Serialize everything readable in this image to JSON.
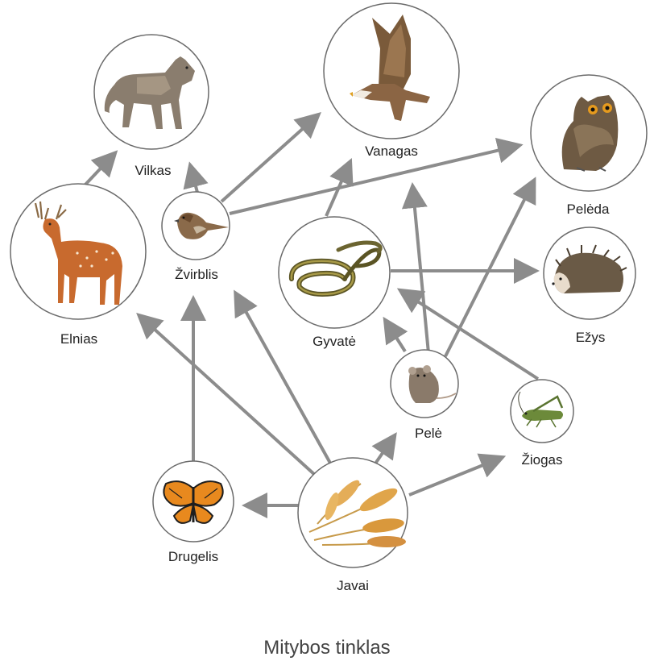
{
  "title": "Mitybos tinklas",
  "colors": {
    "arrow": "#8c8c8c",
    "circle_stroke": "#6b6b6b",
    "label": "#222222",
    "title": "#444444"
  },
  "nodes": {
    "vilkas": {
      "label": "Vilkas",
      "icon": "wolf-icon"
    },
    "vanagas": {
      "label": "Vanagas",
      "icon": "hawk-icon"
    },
    "peleda": {
      "label": "Pelėda",
      "icon": "owl-icon"
    },
    "elnias": {
      "label": "Elnias",
      "icon": "deer-icon"
    },
    "zvirblis": {
      "label": "Žvirblis",
      "icon": "sparrow-icon"
    },
    "gyvate": {
      "label": "Gyvatė",
      "icon": "snake-icon"
    },
    "ezys": {
      "label": "Ežys",
      "icon": "hedgehog-icon"
    },
    "pele": {
      "label": "Pelė",
      "icon": "mouse-icon"
    },
    "ziogas": {
      "label": "Žiogas",
      "icon": "grasshopper-icon"
    },
    "drugelis": {
      "label": "Drugelis",
      "icon": "butterfly-icon"
    },
    "javai": {
      "label": "Javai",
      "icon": "wheat-icon"
    }
  },
  "edges": [
    {
      "from": "elnias",
      "to": "vilkas"
    },
    {
      "from": "zvirblis",
      "to": "vilkas"
    },
    {
      "from": "zvirblis",
      "to": "vanagas"
    },
    {
      "from": "zvirblis",
      "to": "peleda"
    },
    {
      "from": "gyvate",
      "to": "vanagas"
    },
    {
      "from": "gyvate",
      "to": "ezys"
    },
    {
      "from": "pele",
      "to": "vanagas"
    },
    {
      "from": "pele",
      "to": "peleda"
    },
    {
      "from": "pele",
      "to": "gyvate"
    },
    {
      "from": "ziogas",
      "to": "gyvate"
    },
    {
      "from": "drugelis",
      "to": "zvirblis"
    },
    {
      "from": "javai",
      "to": "elnias"
    },
    {
      "from": "javai",
      "to": "zvirblis"
    },
    {
      "from": "javai",
      "to": "pele"
    },
    {
      "from": "javai",
      "to": "ziogas"
    },
    {
      "from": "javai",
      "to": "drugelis"
    }
  ]
}
